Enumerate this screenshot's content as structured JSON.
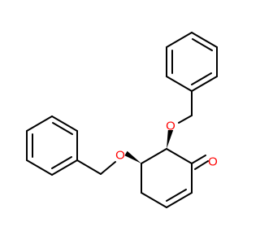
{
  "molecule": {
    "atoms": {
      "o_ether_upper": {
        "symbol": "O",
        "color": "#FF0000"
      },
      "o_ether_lower": {
        "symbol": "O",
        "color": "#FF0000"
      },
      "o_ketone": {
        "symbol": "O",
        "color": "#FF0000"
      }
    },
    "bond_color": "#000000",
    "stereo_bond_color": "#000000"
  }
}
